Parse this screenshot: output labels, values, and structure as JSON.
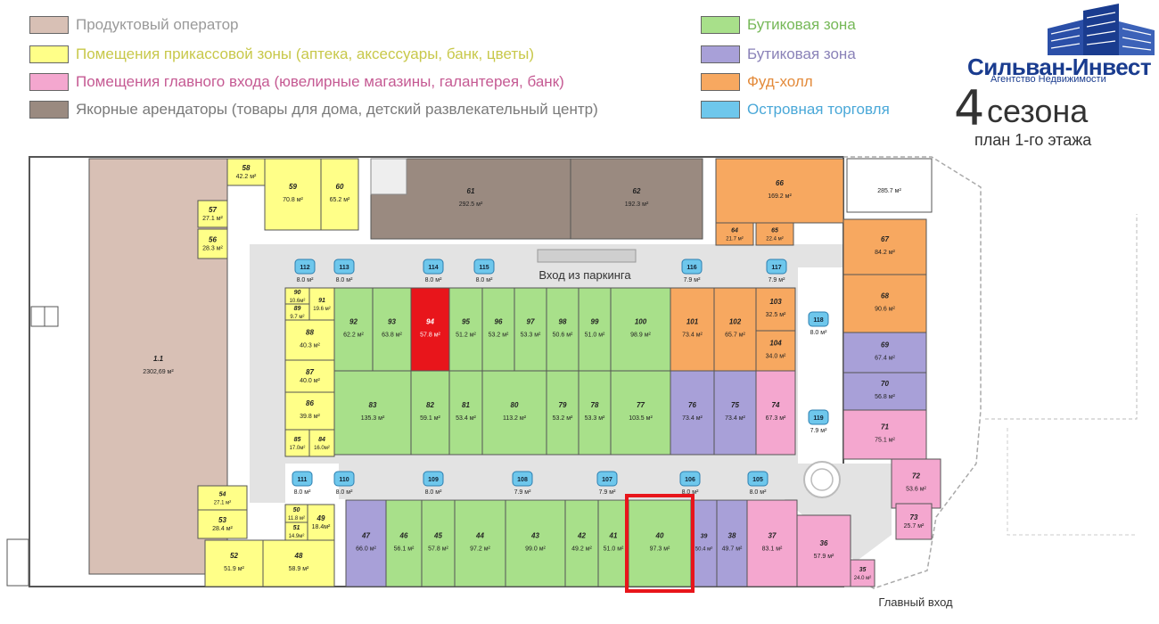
{
  "legend": [
    {
      "label": "Продуктовый оператор",
      "color": "#d8c0b5",
      "text_color": "#9a9a9a"
    },
    {
      "label": "Помещения прикассовой зоны (аптека, аксессуары, банк, цветы)",
      "color": "#ffff88",
      "text_color": "#c8c84a"
    },
    {
      "label": "Помещения главного входа (ювелирные магазины, галантерея, банк)",
      "color": "#f4a7cf",
      "text_color": "#c55a93"
    },
    {
      "label": "Якорные арендаторы (товары для дома, детский развлекательный центр)",
      "color": "#9a8a80",
      "text_color": "#7a7a7a"
    },
    {
      "label": "Бутиковая зона",
      "color": "#a8e08a",
      "text_color": "#76b858"
    },
    {
      "label": "Бутиковая зона",
      "color": "#a8a0d8",
      "text_color": "#8a82b8"
    },
    {
      "label": "Фуд-холл",
      "color": "#f7a860",
      "text_color": "#e38a3a"
    },
    {
      "label": "Островная торговля",
      "color": "#6ec7ec",
      "text_color": "#4aa8d8"
    }
  ],
  "brand": {
    "name": "Сильван-Инвест",
    "sub": "Агентство Недвижимости",
    "number": "4",
    "title": "сезона",
    "plan": "план 1-го этажа"
  },
  "labels": {
    "parking": "Вход из паркинга",
    "main_entrance": "Главный вход"
  },
  "colors": {
    "grocery": "#d8c0b5",
    "checkout": "#ffff88",
    "entrance": "#f4a7cf",
    "anchor": "#9a8a80",
    "boutique_green": "#a8e08a",
    "boutique_purple": "#a8a0d8",
    "food": "#f7a860",
    "island": "#6ec7ec",
    "highlight_unit": "#e8151b",
    "highlight_frame": "#e8151b",
    "corridor": "#e3e3e3"
  },
  "units": [
    {
      "id": "1.1",
      "area": "2302,69 м²",
      "kind": "grocery"
    },
    {
      "id": "58",
      "area": "42.2 м²",
      "kind": "checkout"
    },
    {
      "id": "59",
      "area": "70.8 м²",
      "kind": "checkout"
    },
    {
      "id": "60",
      "area": "65.2 м²",
      "kind": "checkout"
    },
    {
      "id": "57",
      "area": "27.1 м²",
      "kind": "checkout"
    },
    {
      "id": "56",
      "area": "28.3 м²",
      "kind": "checkout"
    },
    {
      "id": "61",
      "area": "292.5 м²",
      "kind": "anchor"
    },
    {
      "id": "62",
      "area": "192.3 м²",
      "kind": "anchor"
    },
    {
      "id": "64",
      "area": "21.7 м²",
      "kind": "food"
    },
    {
      "id": "65",
      "area": "22.4 м²",
      "kind": "food"
    },
    {
      "id": "66",
      "area": "169.2 м²",
      "kind": "food"
    },
    {
      "id": "",
      "area": "285.7 м²",
      "kind": "none"
    },
    {
      "id": "67",
      "area": "84.2 м²",
      "kind": "food"
    },
    {
      "id": "68",
      "area": "90.6 м²",
      "kind": "food"
    },
    {
      "id": "69",
      "area": "67.4 м²",
      "kind": "boutique_purple"
    },
    {
      "id": "70",
      "area": "56.8 м²",
      "kind": "boutique_purple"
    },
    {
      "id": "71",
      "area": "75.1 м²",
      "kind": "entrance"
    },
    {
      "id": "72",
      "area": "53.6 м²",
      "kind": "entrance"
    },
    {
      "id": "73",
      "area": "25.7 м²",
      "kind": "entrance"
    },
    {
      "id": "90",
      "area": "10.6м²",
      "kind": "checkout"
    },
    {
      "id": "89",
      "area": "9.7 м²",
      "kind": "checkout"
    },
    {
      "id": "91",
      "area": "19.6 м²",
      "kind": "checkout"
    },
    {
      "id": "88",
      "area": "40.3 м²",
      "kind": "checkout"
    },
    {
      "id": "87",
      "area": "40.0 м²",
      "kind": "checkout"
    },
    {
      "id": "86",
      "area": "39.8 м²",
      "kind": "checkout"
    },
    {
      "id": "85",
      "area": "17.0м²",
      "kind": "checkout"
    },
    {
      "id": "84",
      "area": "16.0м²",
      "kind": "checkout"
    },
    {
      "id": "92",
      "area": "62.2 м²",
      "kind": "boutique_green"
    },
    {
      "id": "93",
      "area": "63.8 м²",
      "kind": "boutique_green"
    },
    {
      "id": "94",
      "area": "57.8 м²",
      "kind": "highlight"
    },
    {
      "id": "95",
      "area": "51.2 м²",
      "kind": "boutique_green"
    },
    {
      "id": "96",
      "area": "53.2 м²",
      "kind": "boutique_green"
    },
    {
      "id": "97",
      "area": "53.3 м²",
      "kind": "boutique_green"
    },
    {
      "id": "98",
      "area": "50.6 м²",
      "kind": "boutique_green"
    },
    {
      "id": "99",
      "area": "51.0 м²",
      "kind": "boutique_green"
    },
    {
      "id": "100",
      "area": "98.9 м²",
      "kind": "boutique_green"
    },
    {
      "id": "101",
      "area": "73.4 м²",
      "kind": "food"
    },
    {
      "id": "102",
      "area": "65.7 м²",
      "kind": "food"
    },
    {
      "id": "103",
      "area": "32.5 м²",
      "kind": "food"
    },
    {
      "id": "104",
      "area": "34.0 м²",
      "kind": "food"
    },
    {
      "id": "83",
      "area": "135.3 м²",
      "kind": "boutique_green"
    },
    {
      "id": "82",
      "area": "59.1 м²",
      "kind": "boutique_green"
    },
    {
      "id": "81",
      "area": "53.4 м²",
      "kind": "boutique_green"
    },
    {
      "id": "80",
      "area": "113.2 м²",
      "kind": "boutique_green"
    },
    {
      "id": "79",
      "area": "53.2 м²",
      "kind": "boutique_green"
    },
    {
      "id": "78",
      "area": "53.3 м²",
      "kind": "boutique_green"
    },
    {
      "id": "77",
      "area": "103.5 м²",
      "kind": "boutique_green"
    },
    {
      "id": "76",
      "area": "73.4 м²",
      "kind": "boutique_purple"
    },
    {
      "id": "75",
      "area": "73.4 м²",
      "kind": "boutique_purple"
    },
    {
      "id": "74",
      "area": "67.3 м²",
      "kind": "entrance"
    },
    {
      "id": "54",
      "area": "27.1 м²",
      "kind": "checkout"
    },
    {
      "id": "53",
      "area": "28.4 м²",
      "kind": "checkout"
    },
    {
      "id": "50",
      "area": "11.8 м²",
      "kind": "checkout"
    },
    {
      "id": "51",
      "area": "14.9м²",
      "kind": "checkout"
    },
    {
      "id": "49",
      "area": "18.4м²",
      "kind": "checkout"
    },
    {
      "id": "52",
      "area": "51.9 м²",
      "kind": "checkout"
    },
    {
      "id": "48",
      "area": "58.9 м²",
      "kind": "checkout"
    },
    {
      "id": "47",
      "area": "66.0 м²",
      "kind": "boutique_purple"
    },
    {
      "id": "46",
      "area": "56.1 м²",
      "kind": "boutique_green"
    },
    {
      "id": "45",
      "area": "57.8 м²",
      "kind": "boutique_green"
    },
    {
      "id": "44",
      "area": "97.2 м²",
      "kind": "boutique_green"
    },
    {
      "id": "43",
      "area": "99.0 м²",
      "kind": "boutique_green"
    },
    {
      "id": "42",
      "area": "49.2 м²",
      "kind": "boutique_green"
    },
    {
      "id": "41",
      "area": "51.0 м²",
      "kind": "boutique_green"
    },
    {
      "id": "40",
      "area": "97.3 м²",
      "kind": "boutique_green"
    },
    {
      "id": "39",
      "area": "50.4 м²",
      "kind": "boutique_purple"
    },
    {
      "id": "38",
      "area": "49.7 м²",
      "kind": "boutique_purple"
    },
    {
      "id": "37",
      "area": "83.1 м²",
      "kind": "entrance"
    },
    {
      "id": "36",
      "area": "57.9 м²",
      "kind": "entrance"
    },
    {
      "id": "35",
      "area": "24.0 м²",
      "kind": "entrance"
    }
  ],
  "islands": [
    {
      "id": "112",
      "area": "8.0 м²"
    },
    {
      "id": "113",
      "area": "8.0 м²"
    },
    {
      "id": "114",
      "area": "8.0 м²"
    },
    {
      "id": "115",
      "area": "8.0 м²"
    },
    {
      "id": "116",
      "area": "7.9 м²"
    },
    {
      "id": "117",
      "area": "7.9 м²"
    },
    {
      "id": "118",
      "area": "8.0 м²"
    },
    {
      "id": "119",
      "area": "7.9 м²"
    },
    {
      "id": "111",
      "area": "8.0 м²"
    },
    {
      "id": "110",
      "area": "8.0 м²"
    },
    {
      "id": "109",
      "area": "8.0 м²"
    },
    {
      "id": "108",
      "area": "7.9 м²"
    },
    {
      "id": "107",
      "area": "7.9 м²"
    },
    {
      "id": "106",
      "area": "8.0 м²"
    },
    {
      "id": "105",
      "area": "8.0 м²"
    }
  ]
}
